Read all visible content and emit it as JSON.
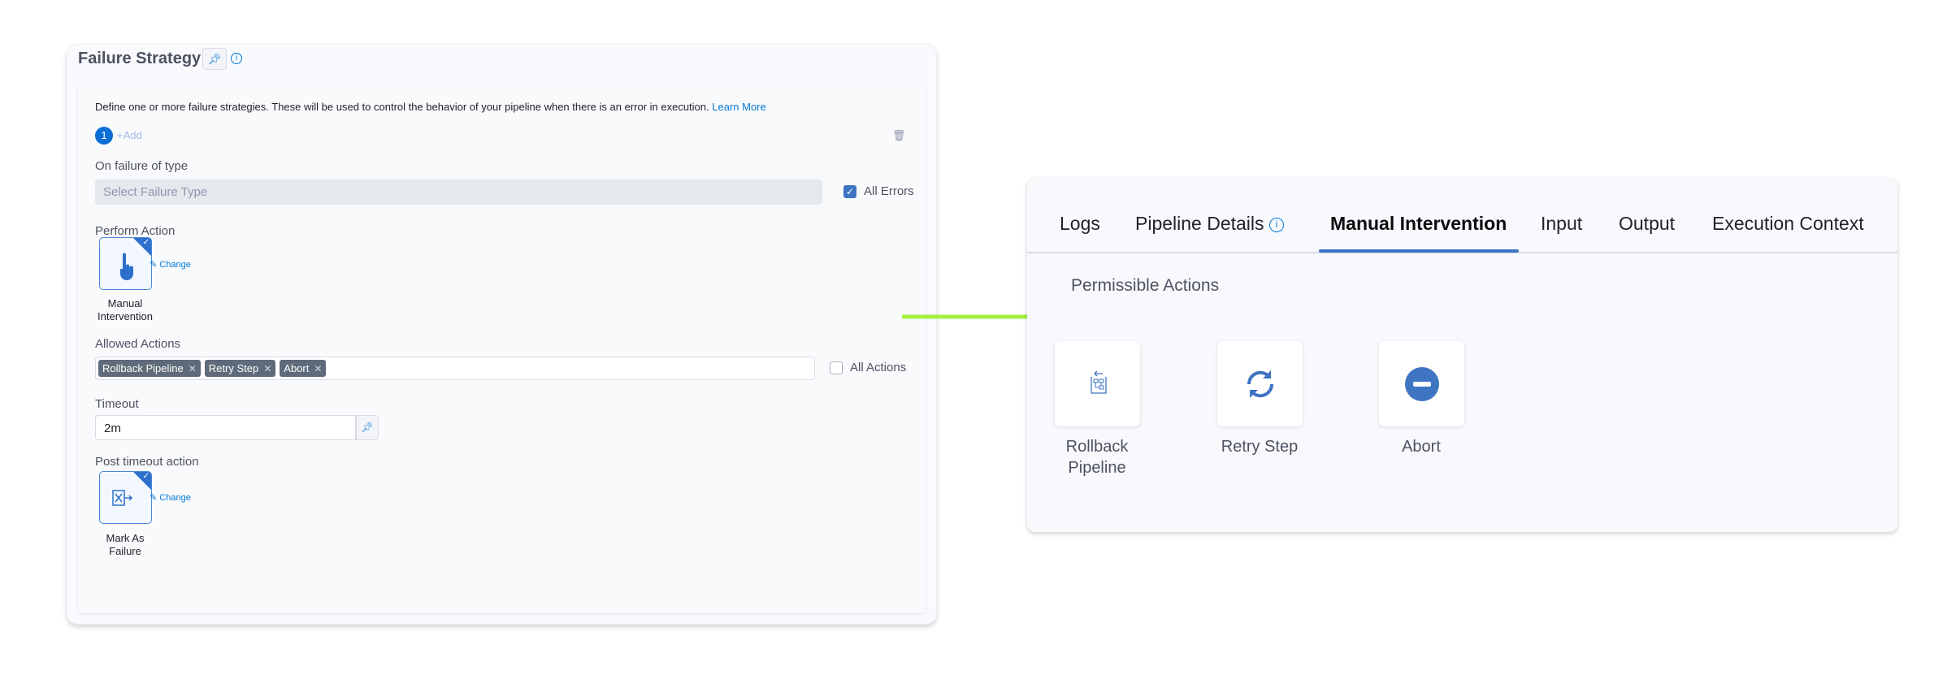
{
  "failure_strategy": {
    "title": "Failure Strategy",
    "description": "Define one or more failure strategies. These will be used to control the behavior of your pipeline when there is an error in execution.",
    "learn_more": "Learn More",
    "step_number": "1",
    "add_label": "+Add",
    "on_failure_label": "On failure of type",
    "failure_type_placeholder": "Select Failure Type",
    "all_errors_label": "All Errors",
    "all_errors_checked": true,
    "perform_action_label": "Perform Action",
    "perform_action": {
      "line1": "Manual",
      "line2": "Intervention"
    },
    "change_label": "Change",
    "allowed_actions_label": "Allowed Actions",
    "allowed_actions": [
      "Rollback Pipeline",
      "Retry Step",
      "Abort"
    ],
    "all_actions_label": "All Actions",
    "all_actions_checked": false,
    "timeout_label": "Timeout",
    "timeout_value": "2m",
    "post_timeout_label": "Post timeout action",
    "post_timeout_action": {
      "line1": "Mark As",
      "line2": "Failure"
    }
  },
  "execution": {
    "tabs": [
      "Logs",
      "Pipeline Details",
      "Manual Intervention",
      "Input",
      "Output",
      "Execution Context"
    ],
    "active_tab": "Manual Intervention",
    "section_title": "Permissible Actions",
    "actions": [
      {
        "line1": "Rollback",
        "line2": "Pipeline",
        "icon": "rollback-icon"
      },
      {
        "line1": "Retry Step",
        "line2": "",
        "icon": "retry-icon"
      },
      {
        "line1": "Abort",
        "line2": "",
        "icon": "abort-icon"
      }
    ]
  },
  "colors": {
    "accent": "#3e74c2",
    "arrow": "#a3f040"
  }
}
